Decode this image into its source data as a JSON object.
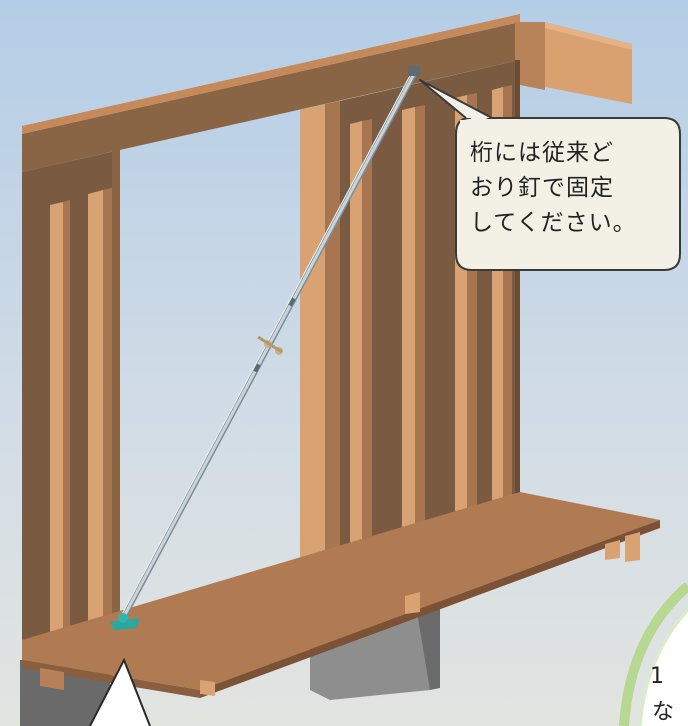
{
  "callout": {
    "line1": "桁には従来ど",
    "line2": "おり釘で固定",
    "line3": "してください。"
  },
  "bottom_note": {
    "line1": "1",
    "line2": "な"
  },
  "colors": {
    "sky_top": "#b6cfe6",
    "sky_bottom": "#dde5e9",
    "wood_dark": "#7a5a40",
    "wood_light": "#d9a070",
    "callout_bg": "#f3f0e6",
    "green_ring": "#b6d891"
  }
}
